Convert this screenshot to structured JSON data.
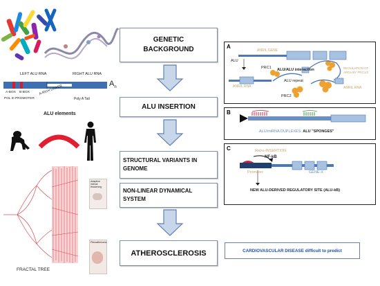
{
  "flow": {
    "genetic_background": "GENETIC BACKGROUND",
    "alu_insertion": "ALU INSERTION",
    "structural_variants": "STRUCTURAL VARIANTS IN GENOME",
    "nonlinear": "NON-LINEAR DYNAMICAL SYSTEM",
    "atherosclerosis": "ATHEROSCLEROSIS"
  },
  "cvd_box": "CARDIOVASCULAR DISEASE difficult to predict",
  "alu_structure": {
    "left_alu_rna": "LEFT ALU RNA",
    "right_alu_rna": "RIGHT ALU RNA",
    "a_box": "A-BOX",
    "b_box": "B-BOX",
    "a_rich_linker": "A-RICH LINKER",
    "pol_iii": "POL III PROMOTER",
    "poly_a_tail": "Poly A Tail",
    "an": "A",
    "an_sub": "n"
  },
  "alu_elements_label": "ALU elements",
  "fractal_tree_label": "FRACTAL TREE",
  "histology": {
    "top_label": "Adaptive intimal thickening",
    "bottom_label": "Fibroatheroma"
  },
  "panel_a": {
    "letter": "A",
    "alu": "ALU",
    "anril_gene": "ANRIL GENE",
    "alu_alu": "ALU/ALU interaction",
    "prc1": "PRC1",
    "anril_rna_left": "ANRIL RNA",
    "alu_repeat": "ALU repeat",
    "prc2": "PRC2",
    "anril_rna_right": "ANRIL RNA",
    "regulation": "REGULATION OF ARGs BY PRC1/2"
  },
  "panel_b": {
    "letter": "B",
    "caption_blue": "ALU/miRNA DUPLEXES:",
    "caption_black": "ALU \"SPONGES\""
  },
  "panel_c": {
    "letter": "C",
    "retro": "Retro-INSERTION",
    "nfkb": "NF-kB",
    "promoter": "Promoter",
    "gene_x": "GENE-X",
    "new_site": "NEW ALU-DERIVED REGULATORY  SITE  (ALU-kB)"
  },
  "colors": {
    "panel_border": "#222222",
    "flow_border": "#7a8fb0",
    "arrow_fill": "#c8d6ea",
    "arrow_stroke": "#5f7fae",
    "alu_blue": "#4a78b8",
    "gene_blue": "#a9c1e0",
    "orange": "#f0a030",
    "red": "#d0203a",
    "cvd_blue": "#1f4fa0"
  }
}
